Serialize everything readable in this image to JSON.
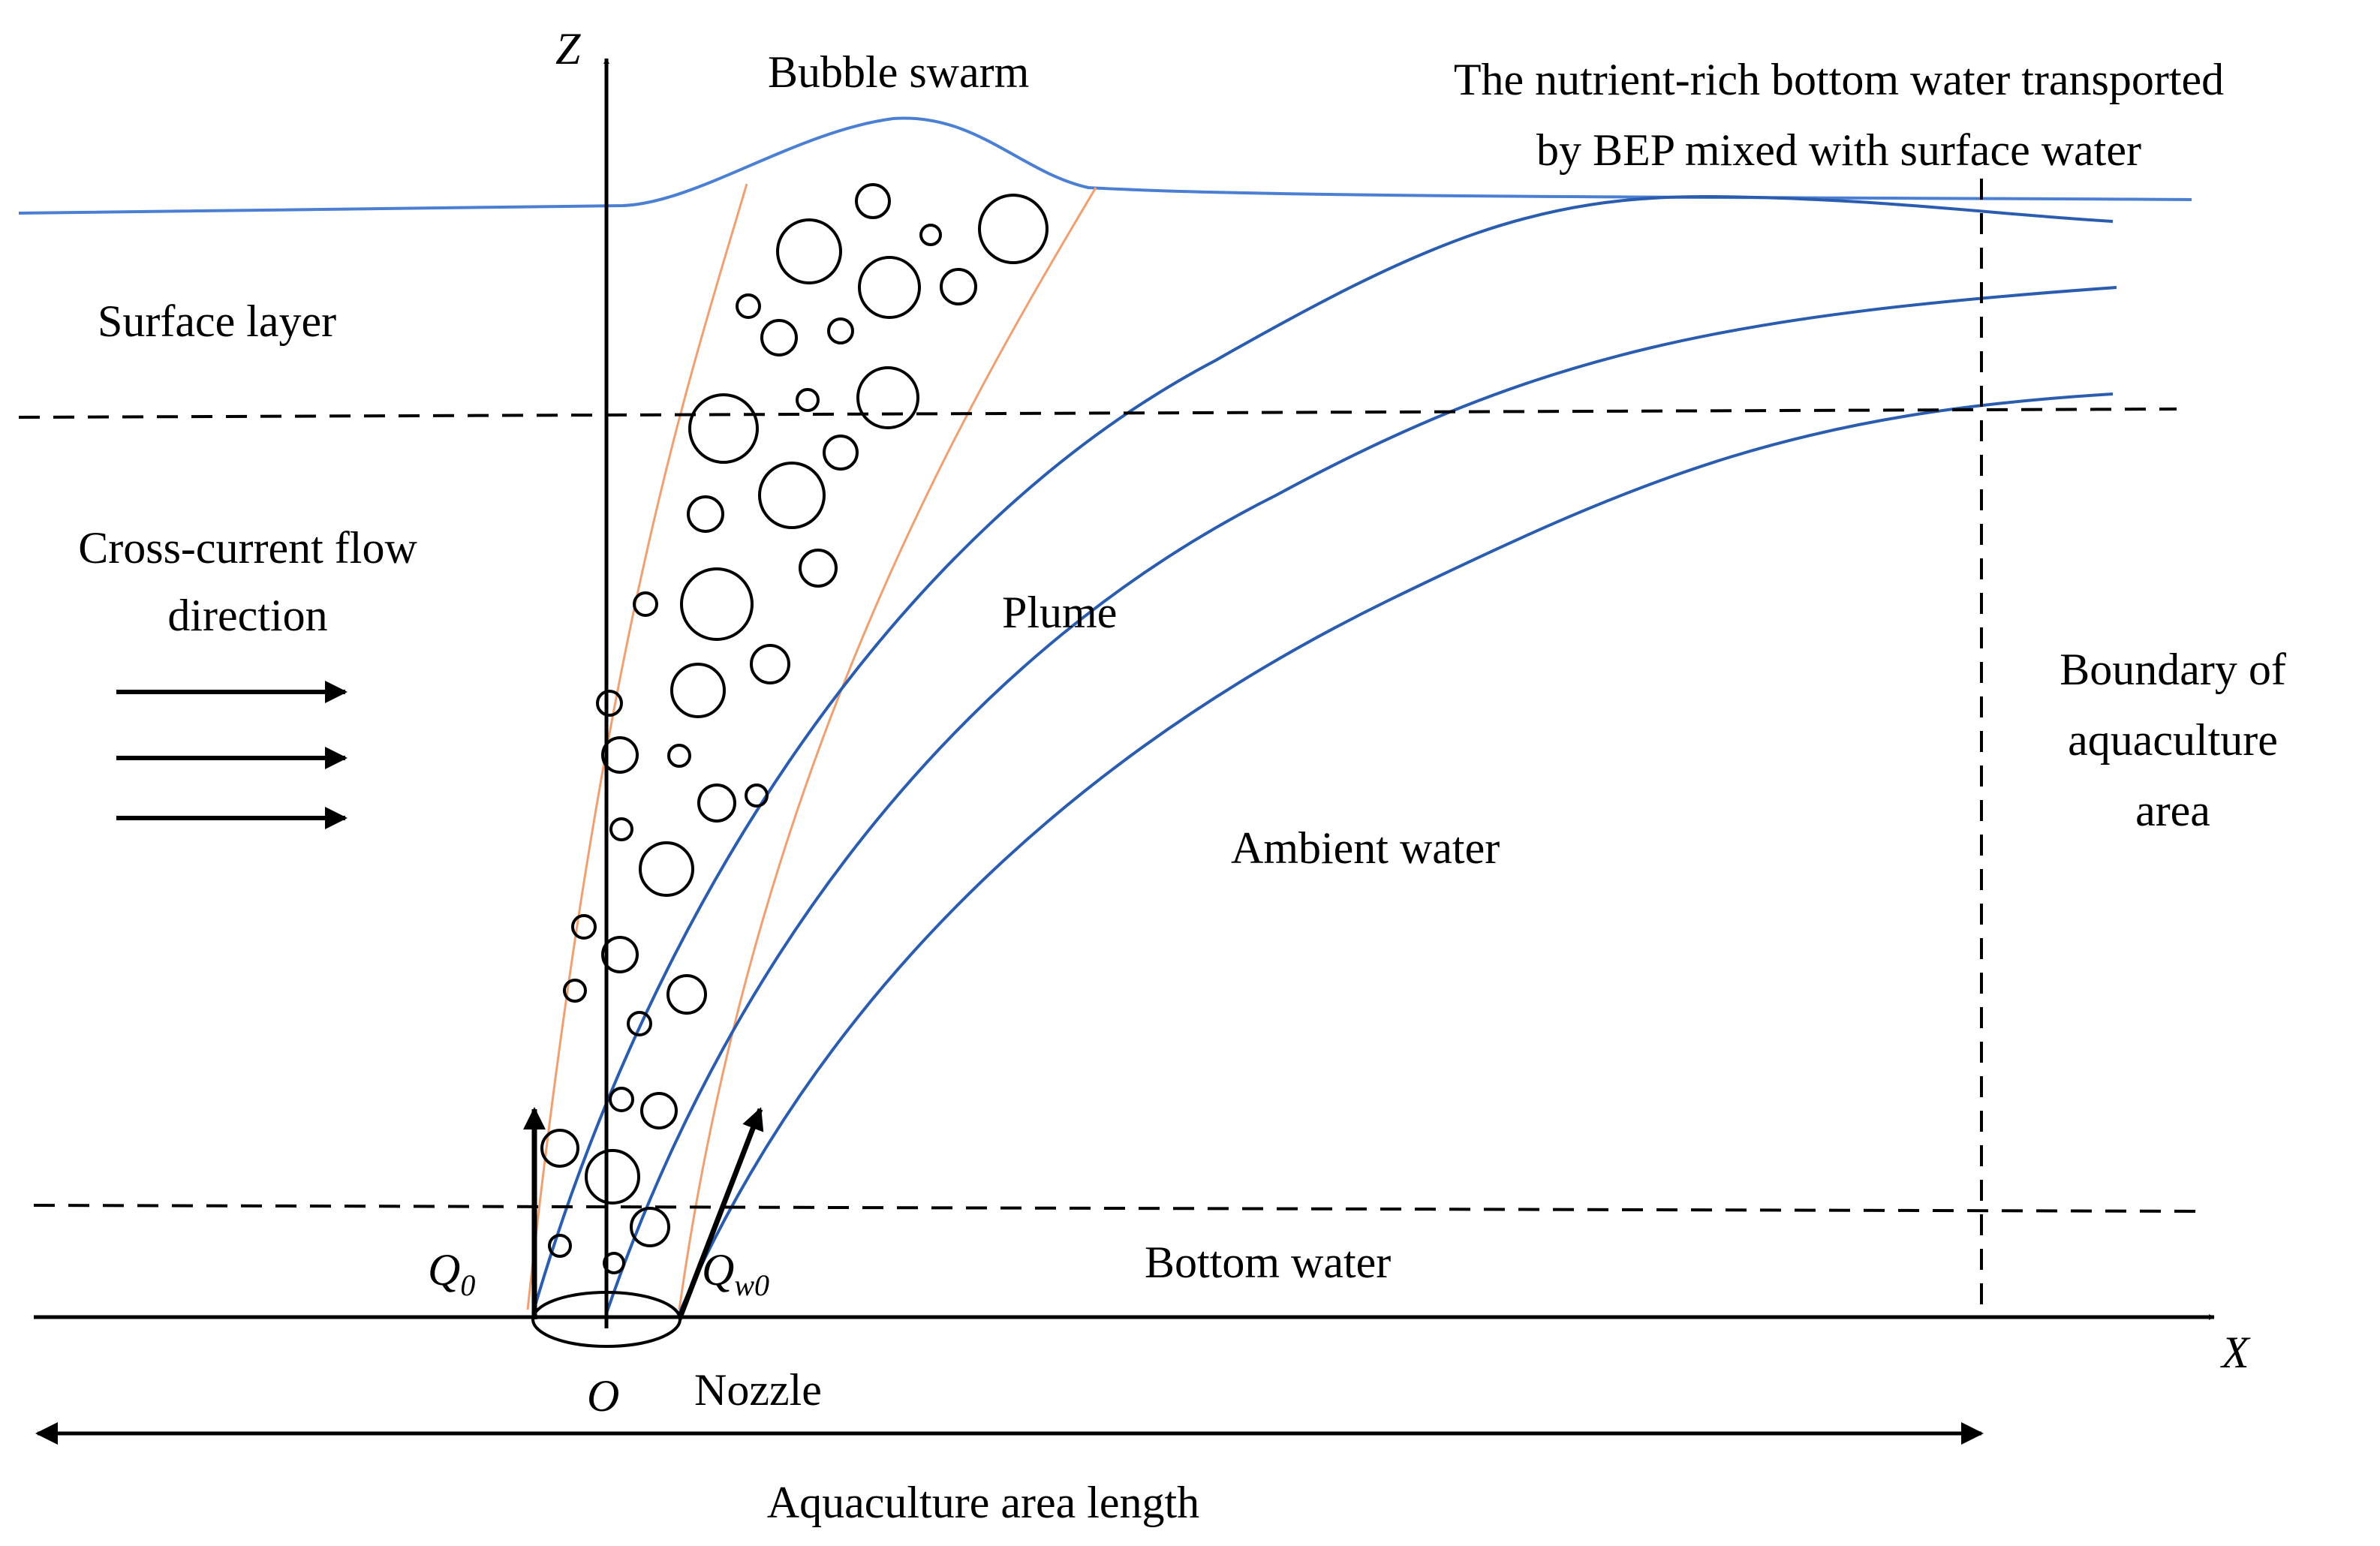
{
  "labels": {
    "z_axis": "Z",
    "x_axis": "X",
    "origin": "O",
    "bubble_swarm": "Bubble swarm",
    "mixed_line1": "The nutrient-rich bottom water transported",
    "mixed_line2": "by BEP mixed with surface water",
    "surface_layer": "Surface layer",
    "cross_current_line1": "Cross-current flow",
    "cross_current_line2": "direction",
    "plume": "Plume",
    "boundary_line1": "Boundary of",
    "boundary_line2": "aquaculture",
    "boundary_line3": "area",
    "ambient_water": "Ambient water",
    "bottom_water": "Bottom water",
    "q0_main": "Q",
    "q0_sub": "0",
    "qw0_main": "Q",
    "qw0_sub": "w0",
    "nozzle": "Nozzle",
    "aquaculture_length": "Aquaculture area length"
  },
  "colors": {
    "water_surface": "#4a7fd4",
    "plume_lines": "#2a5db0",
    "swarm_boundary": "#f0a070",
    "ink": "#000000"
  }
}
